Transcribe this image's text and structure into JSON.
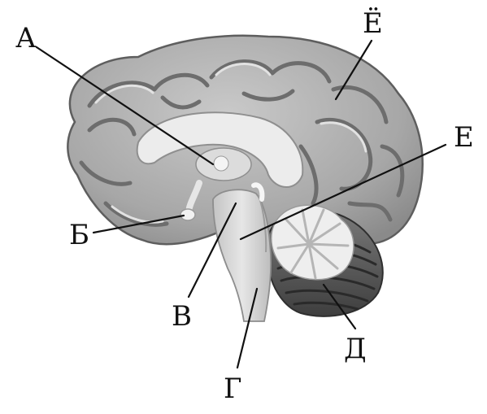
{
  "diagram": {
    "labels": {
      "a": "А",
      "b": "Б",
      "v": "В",
      "g": "Г",
      "d": "Д",
      "e": "Е",
      "yo": "Ё"
    },
    "colors": {
      "background": "#ffffff",
      "cortex": "#a9a9a9",
      "sulcus": "#6d6d6d",
      "highlight": "#e2e2e2",
      "white_matter": "#ececec",
      "cerebellum_folia": "#4a4a4a",
      "label": "#111111"
    }
  }
}
